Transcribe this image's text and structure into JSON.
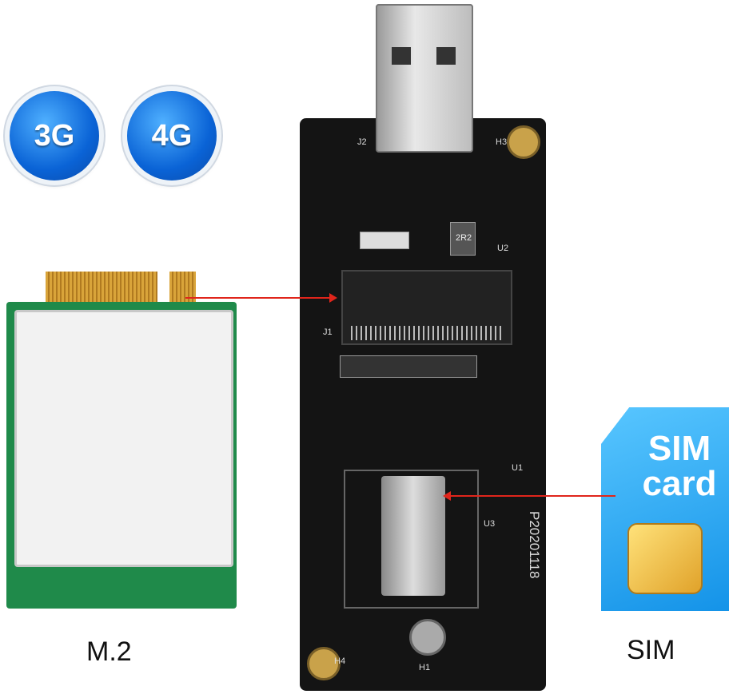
{
  "badges": [
    "3G",
    "4G"
  ],
  "labels": {
    "m2": "M.2",
    "sim": "SIM"
  },
  "sim_card": {
    "line1": "SIM",
    "line2": "card"
  },
  "board": {
    "serial": "P20201118",
    "silk": [
      "J2",
      "H3",
      "J1",
      "U3",
      "H4",
      "H1",
      "U1",
      "U2",
      "2R2"
    ]
  },
  "colors": {
    "badge": "#0a63d6",
    "pcb": "#141414",
    "m2_pcb": "#1f8a4a",
    "arrow": "#e0251b",
    "sim": "#1493e8"
  }
}
